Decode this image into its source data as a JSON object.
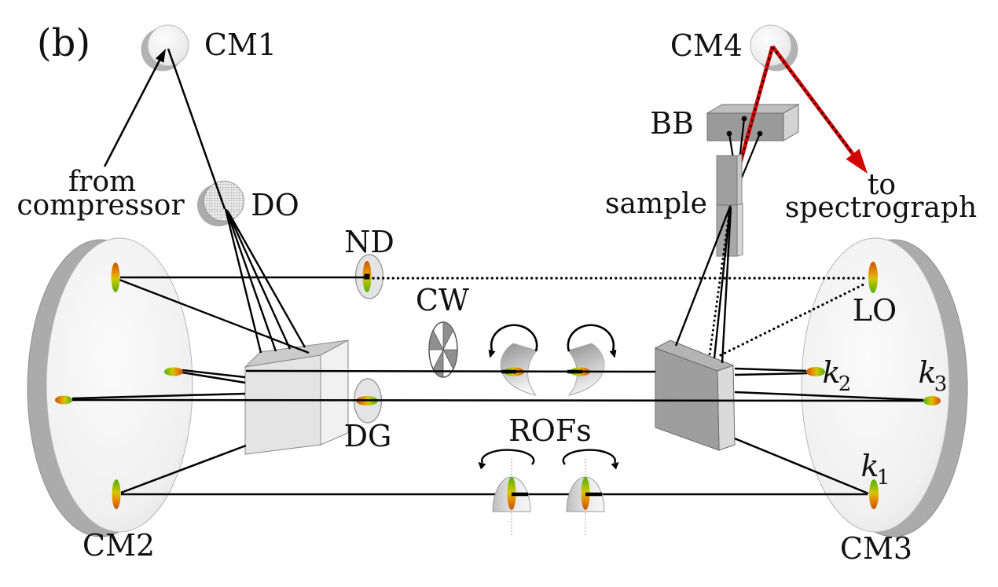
{
  "panel": {
    "label": "(b)"
  },
  "mirrors": {
    "cm1": "CM1",
    "cm2": "CM2",
    "cm3": "CM3",
    "cm4": "CM4"
  },
  "optics": {
    "do": "DO",
    "nd": "ND",
    "cw": "CW",
    "dg": "DG",
    "rofs": "ROFs",
    "bb": "BB",
    "sample": "sample",
    "lo": "LO"
  },
  "annotations": {
    "from_line1": "from",
    "from_line2": "compressor",
    "to_line1": "to",
    "to_line2": "spectrograph"
  },
  "beams": {
    "k1_base": "k",
    "k1_sub": "1",
    "k2_base": "k",
    "k2_sub": "2",
    "k3_base": "k",
    "k3_sub": "3"
  },
  "colors": {
    "signal_beam_red": "#d40000",
    "beam_black": "#000000",
    "spot_orange": "#c85200",
    "spot_yellow": "#e2c400",
    "spot_green": "#4fae00",
    "optic_fill_light": "#e9e9e9",
    "optic_fill_dark": "#9e9e9e",
    "background": "#ffffff"
  }
}
